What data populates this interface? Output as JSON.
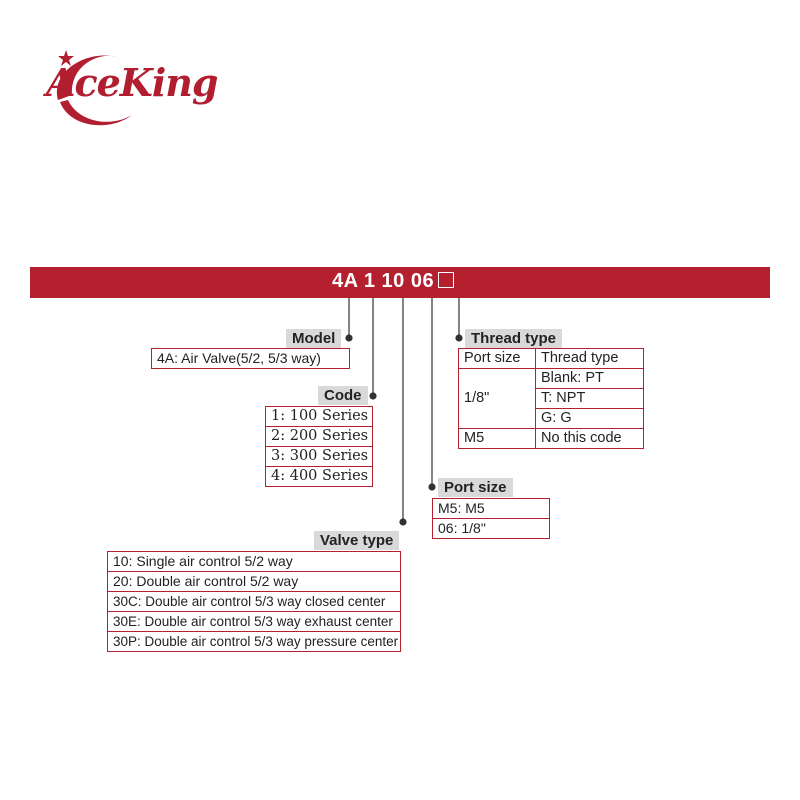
{
  "brand": {
    "name": "AceKing",
    "brand_color": "#b11e2f"
  },
  "code": {
    "text": "4A 1 10 06",
    "box": ""
  },
  "model": {
    "label": "Model",
    "rows": [
      "4A: Air Valve(5/2, 5/3 way)"
    ]
  },
  "series_code": {
    "label": "Code",
    "rows": [
      "1:  100 Series",
      "2:  200 Series",
      "3:  300 Series",
      "4:  400 Series"
    ]
  },
  "valve_type": {
    "label": "Valve type",
    "rows": [
      "10: Single air control 5/2 way",
      "20: Double air control 5/2 way",
      "30C: Double air control 5/3 way closed center",
      "30E: Double air control 5/3 way exhaust center",
      "30P: Double air control 5/3 way pressure center"
    ]
  },
  "port_size": {
    "label": "Port size",
    "rows": [
      "M5: M5",
      "06: 1/8\""
    ]
  },
  "thread_type": {
    "label": "Thread type",
    "header": [
      "Port size",
      "Thread type"
    ],
    "port_1": "1/8\"",
    "options_1": [
      "Blank: PT",
      "T: NPT",
      "G: G"
    ],
    "port_2": "M5",
    "option_2": "No this code"
  }
}
